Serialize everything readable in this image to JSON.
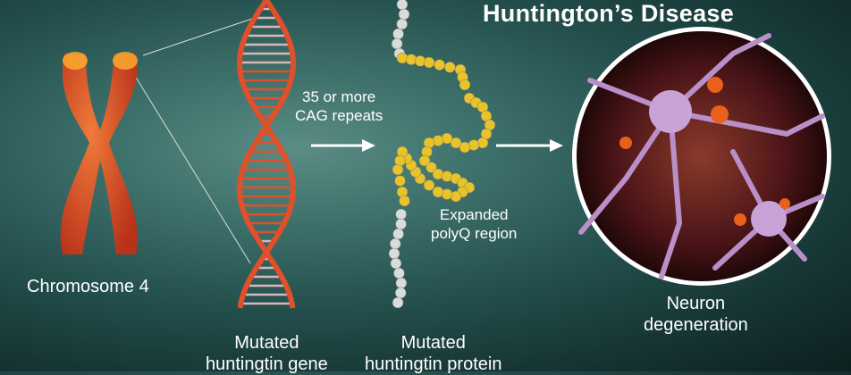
{
  "title": "Huntington’s Disease",
  "labels": {
    "chromosome": "Chromosome 4",
    "cag_line1": "35 or more",
    "cag_line2": "CAG repeats",
    "polyq_line1": "Expanded",
    "polyq_line2": "polyQ region",
    "gene_line1": "Mutated",
    "gene_line2": "huntingtin gene",
    "protein_line1": "Mutated",
    "protein_line2": "huntingtin protein",
    "neuron_line1": "Neuron",
    "neuron_line2": "degeneration"
  },
  "colors": {
    "chromosome": "#d94a1e",
    "dna_mutant": "#e0502a",
    "dna_normal": "#d8b8b8",
    "bead_normal": "#d9dcd8",
    "bead_expanded": "#e8c42a",
    "neuron": "#b98fc8"
  }
}
